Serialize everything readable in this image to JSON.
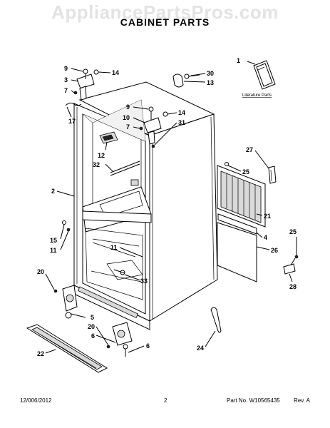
{
  "watermark": "AppliancePartsPros.com",
  "title": "CABINET PARTS",
  "literature_label": "Literature Parts",
  "callouts": {
    "c1": "1",
    "c2": "2",
    "c3": "3",
    "c4": "4",
    "c5": "5",
    "c6a": "6",
    "c6b": "6",
    "c7a": "7",
    "c7b": "7",
    "c9a": "9",
    "c9b": "9",
    "c10": "10",
    "c11a": "11",
    "c11b": "11",
    "c12": "12",
    "c13": "13",
    "c14a": "14",
    "c14b": "14",
    "c15": "15",
    "c17": "17",
    "c20a": "20",
    "c20b": "20",
    "c21": "21",
    "c22": "22",
    "c24": "24",
    "c25a": "25",
    "c25b": "25",
    "c26": "26",
    "c27": "27",
    "c28": "28",
    "c30": "30",
    "c31": "31",
    "c32": "32",
    "c33": "33"
  },
  "footer": {
    "date": "12/006/2012",
    "page": "2",
    "part_no": "Part No. W10565435",
    "rev": "Rev. A"
  }
}
